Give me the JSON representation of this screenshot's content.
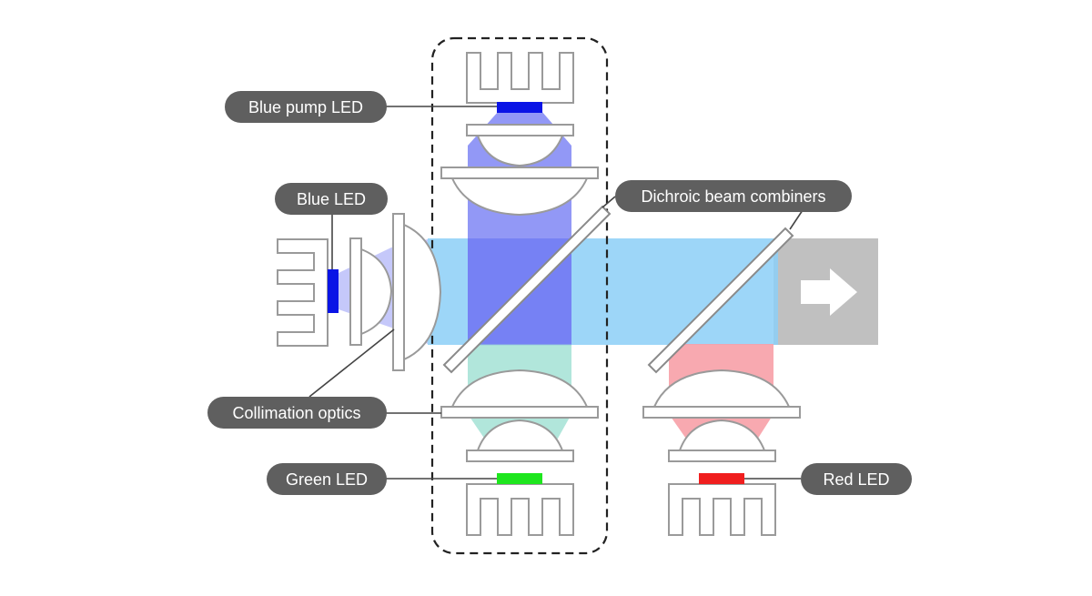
{
  "labels": {
    "blue_pump_led": "Blue pump LED",
    "blue_led": "Blue LED",
    "dichroic": "Dichroic beam combiners",
    "collimation": "Collimation optics",
    "green_led": "Green LED",
    "red_led": "Red LED"
  },
  "colors": {
    "blue_led": "#0a14e6",
    "green_led": "#1ee61e",
    "red_led": "#f01e1e",
    "blue_beam": "#7f86f5",
    "cyan_beam": "#8ccff7",
    "green_beam": "#a8e3d7",
    "red_beam": "#f7a0a7",
    "output_beam": "#b9b9b9",
    "callout_bg": "#5f5f5f",
    "outline": "#9a9a9a"
  },
  "icons": {
    "output": "arrow-right-icon"
  }
}
